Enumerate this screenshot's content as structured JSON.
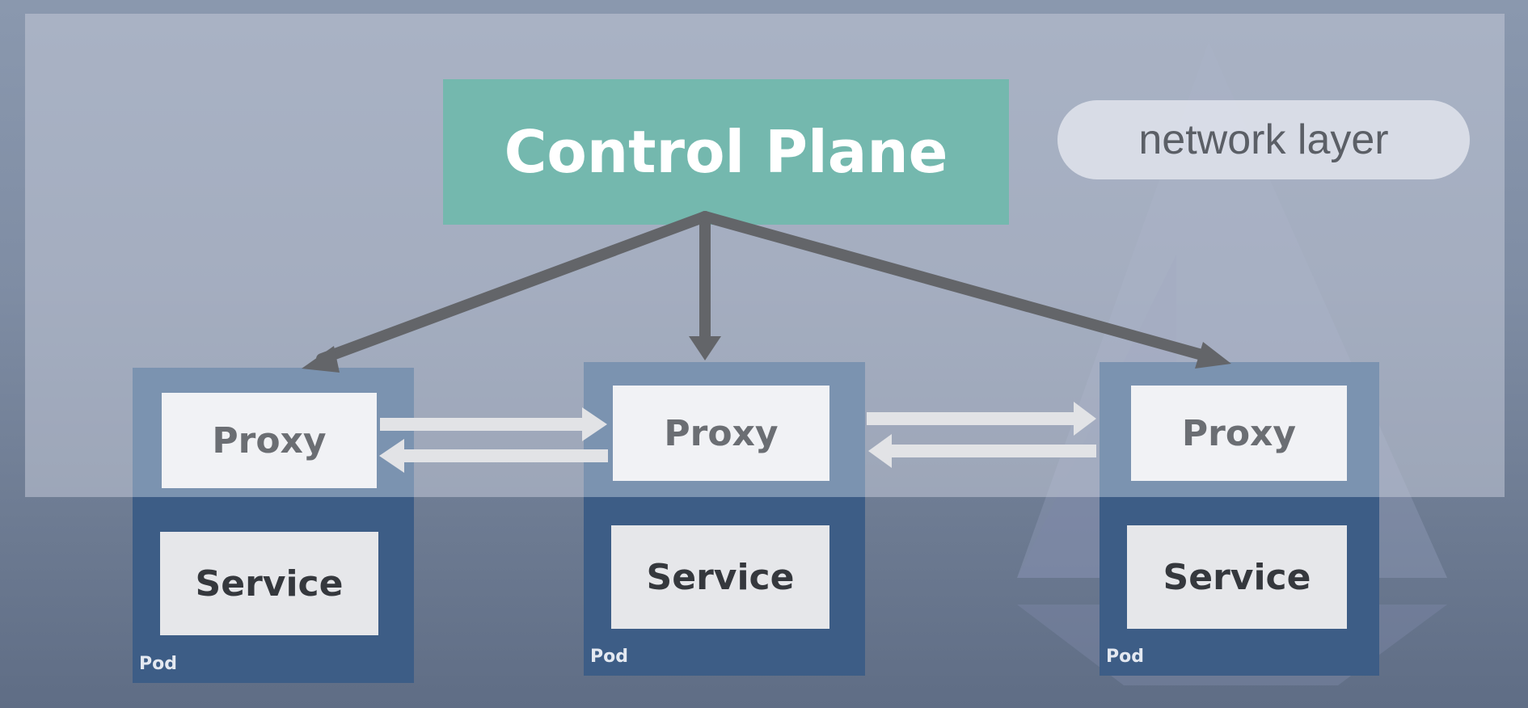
{
  "diagram": {
    "control_plane": {
      "label": "Control Plane"
    },
    "network_layer": {
      "label": "network layer"
    },
    "pods": [
      {
        "pod_label": "Pod",
        "proxy_label": "Proxy",
        "service_label": "Service"
      },
      {
        "pod_label": "Pod",
        "proxy_label": "Proxy",
        "service_label": "Service"
      },
      {
        "pod_label": "Pod",
        "proxy_label": "Proxy",
        "service_label": "Service"
      }
    ],
    "connections": [
      {
        "from": "Control Plane",
        "to": "Pod 1 Proxy",
        "style": "dark-arrow"
      },
      {
        "from": "Control Plane",
        "to": "Pod 2 Proxy",
        "style": "dark-arrow"
      },
      {
        "from": "Control Plane",
        "to": "Pod 3 Proxy",
        "style": "dark-arrow"
      },
      {
        "from": "Pod 1 Proxy",
        "to": "Pod 2 Proxy",
        "style": "light-arrow"
      },
      {
        "from": "Pod 2 Proxy",
        "to": "Pod 1 Proxy",
        "style": "light-arrow"
      },
      {
        "from": "Pod 2 Proxy",
        "to": "Pod 3 Proxy",
        "style": "light-arrow"
      },
      {
        "from": "Pod 3 Proxy",
        "to": "Pod 2 Proxy",
        "style": "light-arrow"
      }
    ]
  },
  "colors": {
    "control_plane": "#74b8ae",
    "pod_top": "#7b93b0",
    "pod_bottom": "#3d5d86",
    "dark_arrow": "#636569",
    "light_arrow": "#e2e3e6"
  }
}
